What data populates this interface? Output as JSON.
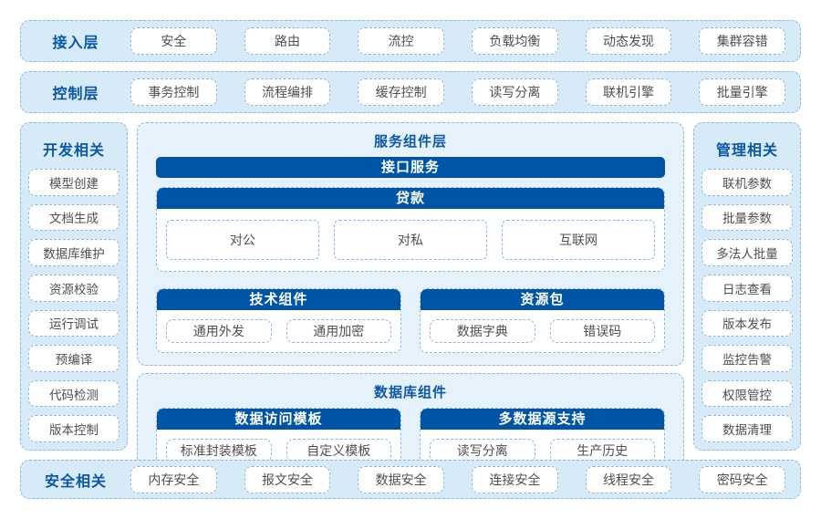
{
  "colors": {
    "dark_blue_bar": "#0054a5",
    "label_blue": "#0b57a6",
    "panel_bg": "#d7eaf8",
    "center_panel_bg": "#e6f2fb",
    "dashed_border": "#8ab6e3",
    "chip_text": "#4f4f4f"
  },
  "access_layer": {
    "label": "接入层",
    "items": [
      "安全",
      "路由",
      "流控",
      "负载均衡",
      "动态发现",
      "集群容错"
    ]
  },
  "control_layer": {
    "label": "控制层",
    "items": [
      "事务控制",
      "流程编排",
      "缓存控制",
      "读写分离",
      "联机引擎",
      "批量引擎"
    ]
  },
  "dev_sidebar": {
    "label": "开发相关",
    "items": [
      "模型创建",
      "文档生成",
      "数据库维护",
      "资源校验",
      "运行调试",
      "预编译",
      "代码检测",
      "版本控制"
    ]
  },
  "mgmt_sidebar": {
    "label": "管理相关",
    "items": [
      "联机参数",
      "批量参数",
      "多法人批量",
      "日志查看",
      "版本发布",
      "监控告警",
      "权限管控",
      "数据清理"
    ]
  },
  "service_layer": {
    "title": "服务组件层",
    "interface_bar": "接口服务",
    "loan_group": {
      "header": "贷款",
      "items": [
        "对公",
        "对私",
        "互联网"
      ]
    },
    "tech_group": {
      "header": "技术组件",
      "items": [
        "通用外发",
        "通用加密"
      ]
    },
    "resource_group": {
      "header": "资源包",
      "items": [
        "数据字典",
        "错误码"
      ]
    }
  },
  "database_layer": {
    "title": "数据库组件",
    "template_group": {
      "header": "数据访问模板",
      "items": [
        "标准封装模板",
        "自定义模板"
      ]
    },
    "datasource_group": {
      "header": "多数据源支持",
      "items": [
        "读写分离",
        "生产历史"
      ]
    }
  },
  "security_layer": {
    "label": "安全相关",
    "items": [
      "内存安全",
      "报文安全",
      "数据安全",
      "连接安全",
      "线程安全",
      "密码安全"
    ]
  }
}
